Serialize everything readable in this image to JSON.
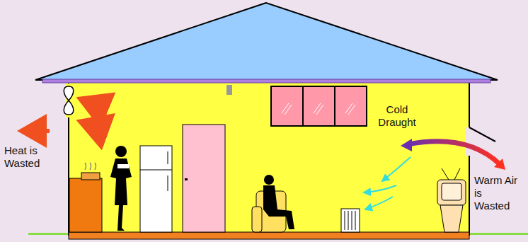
{
  "diagram": {
    "labels": [
      "Heat is Wasted",
      "Cold Draught",
      "Warm Air is Wasted"
    ]
  }
}
